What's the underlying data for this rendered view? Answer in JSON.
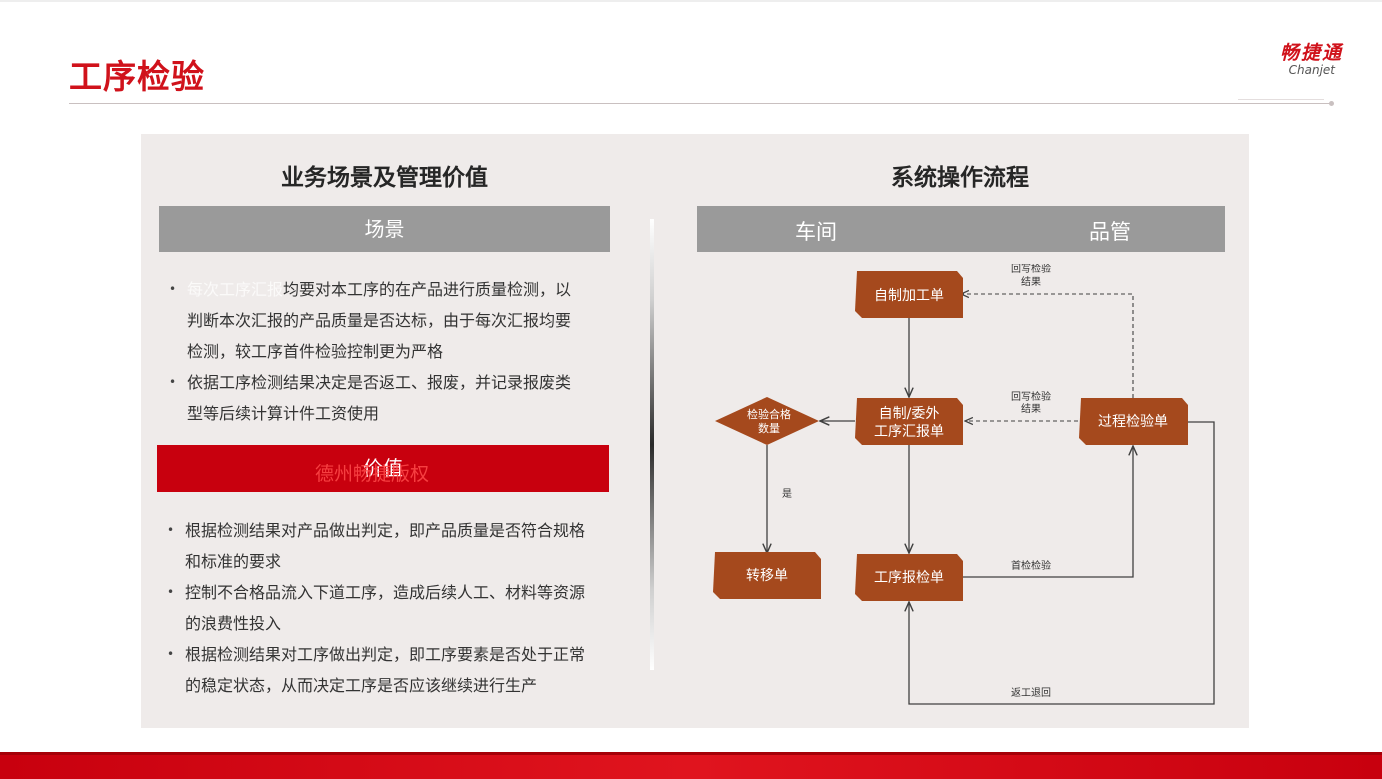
{
  "page_title": "工序检验",
  "logo": {
    "cn": "畅捷通",
    "en": "Chanjet"
  },
  "left": {
    "heading": "业务场景及管理价值",
    "scene_label": "场景",
    "scene_items": [
      {
        "faded": "每次工序汇报",
        "text": "均要对本工序的在产品进行质量检测，以判断本次汇报的产品质量是否达标，由于每次汇报均要检测，较工序首件检验控制更为严格"
      },
      {
        "faded": "",
        "text": "依据工序检测结果决定是否返工、报废，并记录报废类型等后续计算计件工资使用"
      }
    ],
    "value_label": "价值",
    "watermark": "德州畅捷版权",
    "value_items": [
      "根据检测结果对产品做出判定，即产品质量是否符合规格和标准的要求",
      "控制不合格品流入下道工序，造成后续人工、材料等资源的浪费性投入",
      "根据检测结果对工序做出判定，即工序要素是否处于正常的稳定状态，从而决定工序是否应该继续进行生产"
    ]
  },
  "right": {
    "heading": "系统操作流程",
    "lanes": [
      "车间",
      "品管"
    ],
    "nodes": {
      "n1": "自制加工单",
      "n2_l1": "自制/委外",
      "n2_l2": "工序汇报单",
      "n3": "工序报检单",
      "n4": "过程检验单",
      "n5": "转移单",
      "d1_l1": "检验合格",
      "d1_l2": "数量"
    },
    "edges": {
      "e_top_l1": "回写检验",
      "e_top_l2": "结果",
      "e_mid_l1": "回写检验",
      "e_mid_l2": "结果",
      "e_first": "首检检验",
      "e_yes": "是",
      "e_rework": "返工退回"
    },
    "colors": {
      "node": "#a5491d",
      "edge": "#404040"
    }
  }
}
